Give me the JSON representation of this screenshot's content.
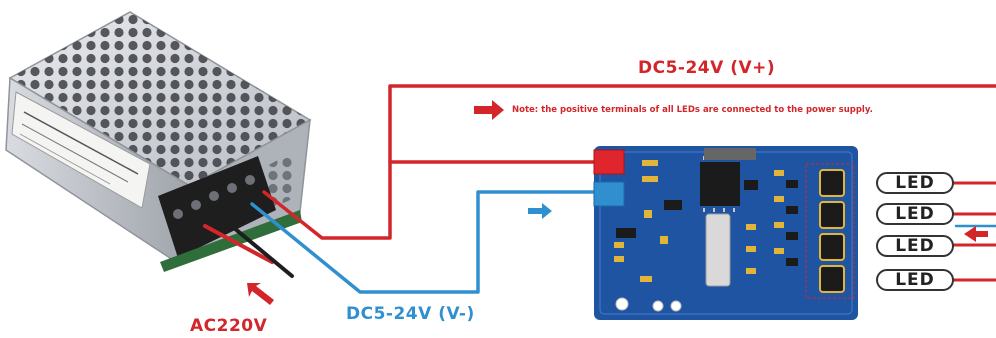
{
  "labels": {
    "positive_rail": "DC5-24V (V+)",
    "negative_rail": "DC5-24V (V-)",
    "mains_input": "AC220V",
    "note": "Note: the positive terminals of all LEDs are connected to the power supply."
  },
  "leds": [
    {
      "label": "LED"
    },
    {
      "label": "LED"
    },
    {
      "label": "LED"
    },
    {
      "label": "LED"
    }
  ],
  "colors": {
    "positive_wire": "#d3262b",
    "negative_wire": "#2f8fcf",
    "pcb": "#1f54a3",
    "power_supply_body": "#c9ccd1"
  },
  "icons": [
    "arrow-right-icon",
    "arrow-left-icon",
    "arrow-up-left-icon"
  ]
}
